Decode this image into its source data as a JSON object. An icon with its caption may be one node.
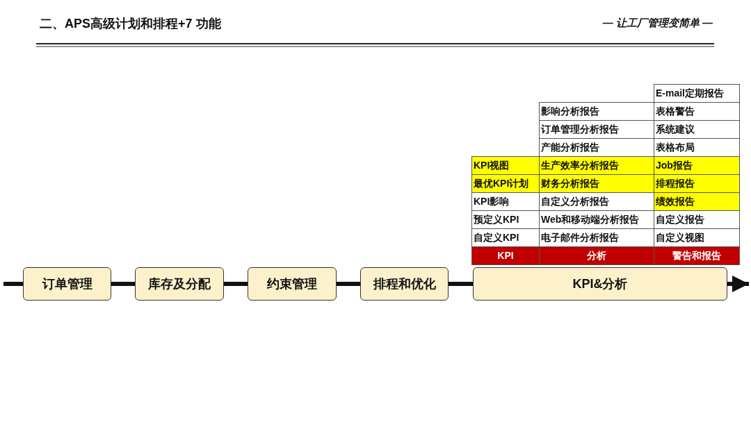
{
  "diagram": {
    "title": "二、APS高级计划和排程+7 功能",
    "nodes": [
      {
        "text": [
          "订单管理"
        ]
      },
      {
        "text": [
          "库存及分配"
        ]
      },
      {
        "text": [
          "约束管理"
        ]
      },
      {
        "text": [
          "排程和优化"
        ]
      },
      {
        "text": [
          "KPI&分析"
        ]
      }
    ],
    "edges": [
      {
        "from": null,
        "to": 0,
        "arrow": "none"
      },
      {
        "from": 0,
        "to": 1,
        "arrow": "none"
      },
      {
        "from": 1,
        "to": 2,
        "arrow": "none"
      },
      {
        "from": 2,
        "to": 3,
        "arrow": "none"
      },
      {
        "from": 3,
        "to": 4,
        "arrow": "none"
      },
      {
        "from": 4,
        "to": null,
        "arrow": "to"
      }
    ],
    "labels": [
      "— 让工厂管理变简单 —",
      "E-mail定期报告",
      "影响分析报告",
      "表格警告",
      "订单管理分析报告",
      "系统建议",
      "产能分析报告",
      "表格布局",
      "KPI视图",
      "生产效率分析报告",
      "Job报告",
      "最优KPI计划",
      "财务分析报告",
      "排程报告",
      "KPI影响",
      "自定义分析报告",
      "绩效报告",
      "预定义KPI",
      "Web和移动端分析报告",
      "自定义报告",
      "自定义KPI",
      "电子邮件分析报告",
      "自定义视图",
      "KPI",
      "分析",
      "警告和报告"
    ]
  }
}
